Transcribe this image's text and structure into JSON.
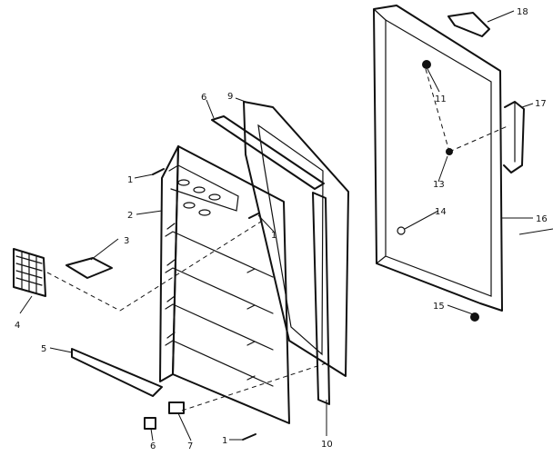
{
  "callouts": {
    "c1a": "1",
    "c1b": "1",
    "c1c": "1",
    "c2": "2",
    "c3": "3",
    "c4": "4",
    "c5": "5",
    "c6a": "6",
    "c6b": "6",
    "c7": "7",
    "c9": "9",
    "c10": "10",
    "c11": "11",
    "c13": "13",
    "c14": "14",
    "c15": "15",
    "c16": "16",
    "c17": "17",
    "c18": "18"
  }
}
